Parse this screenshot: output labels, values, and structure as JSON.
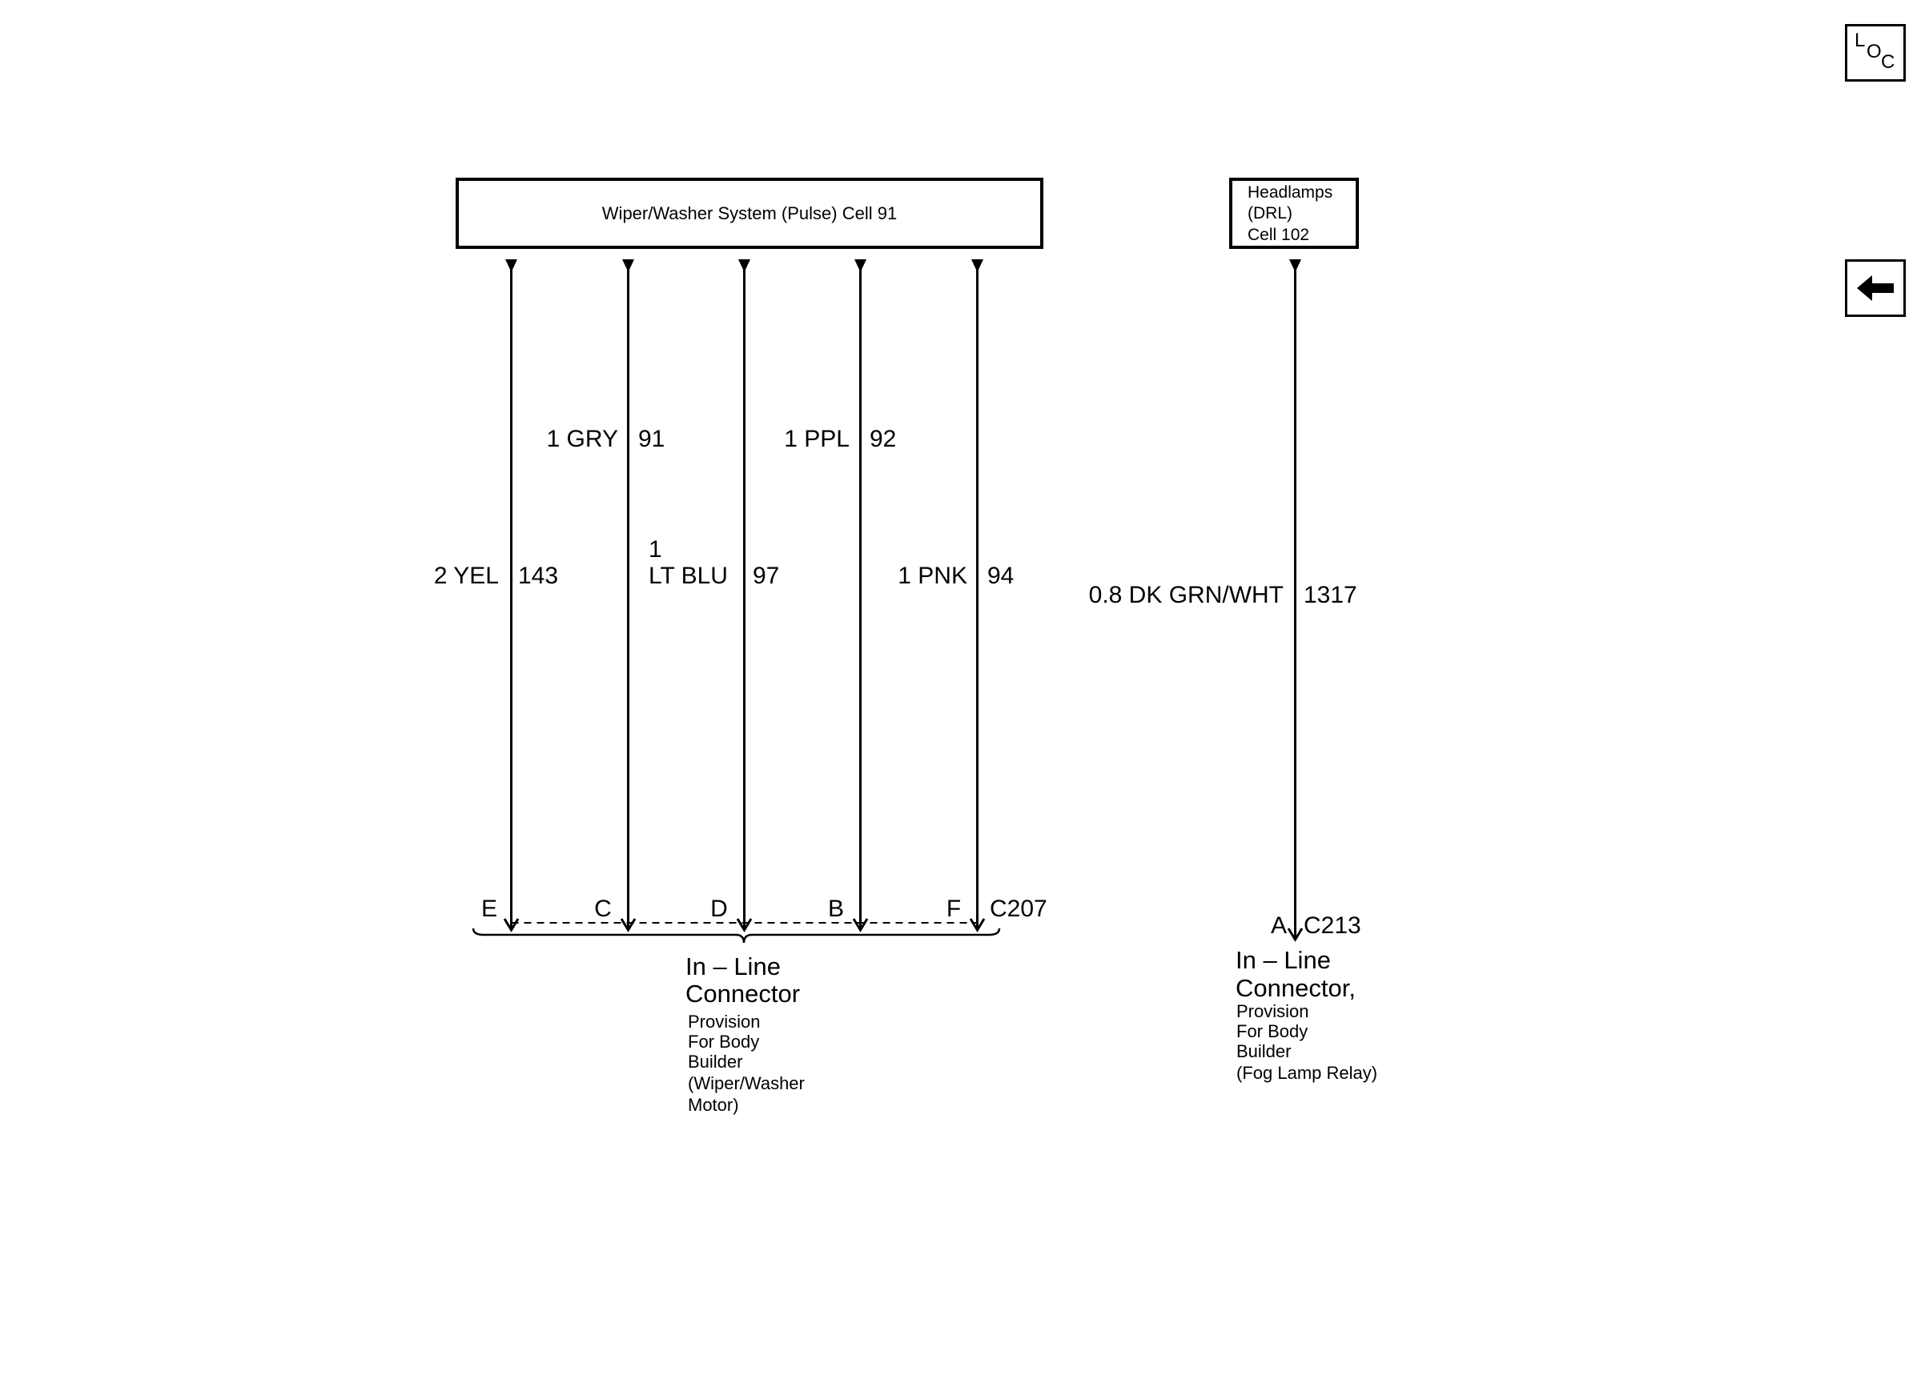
{
  "wiper_box": {
    "label": "Wiper/Washer System (Pulse) Cell 91"
  },
  "headlamps_box": {
    "lines": [
      "Headlamps",
      "(DRL)",
      "Cell 102"
    ]
  },
  "wires": [
    {
      "id": "e",
      "gauge_color": "2 YEL",
      "circuit": "143",
      "pin": "E"
    },
    {
      "id": "c",
      "gauge_color": "1 GRY",
      "circuit": "91",
      "pin": "C"
    },
    {
      "id": "d",
      "gauge": "1",
      "color": "LT BLU",
      "circuit": "97",
      "pin": "D"
    },
    {
      "id": "b",
      "gauge_color": "1 PPL",
      "circuit": "92",
      "pin": "B"
    },
    {
      "id": "f",
      "gauge_color": "1 PNK",
      "circuit": "94",
      "pin": "F"
    },
    {
      "id": "a",
      "gauge_color": "0.8 DK GRN/WHT",
      "circuit": "1317",
      "pin": "A"
    }
  ],
  "connector_c207": {
    "id": "C207",
    "title_lines": [
      "In – Line",
      "Connector"
    ],
    "desc_lines": [
      "Provision",
      "For Body",
      "Builder",
      "(Wiper/Washer",
      "Motor)"
    ]
  },
  "connector_c213": {
    "id": "C213",
    "title_lines": [
      "In – Line",
      "Connector,"
    ],
    "desc_lines": [
      "Provision",
      "For Body",
      "Builder",
      "(Fog Lamp Relay)"
    ]
  },
  "side_buttons": {
    "loc": {
      "letters": [
        "L",
        "O",
        "C"
      ],
      "icon": "loc-icon"
    },
    "back": {
      "icon": "back-arrow-icon"
    }
  }
}
